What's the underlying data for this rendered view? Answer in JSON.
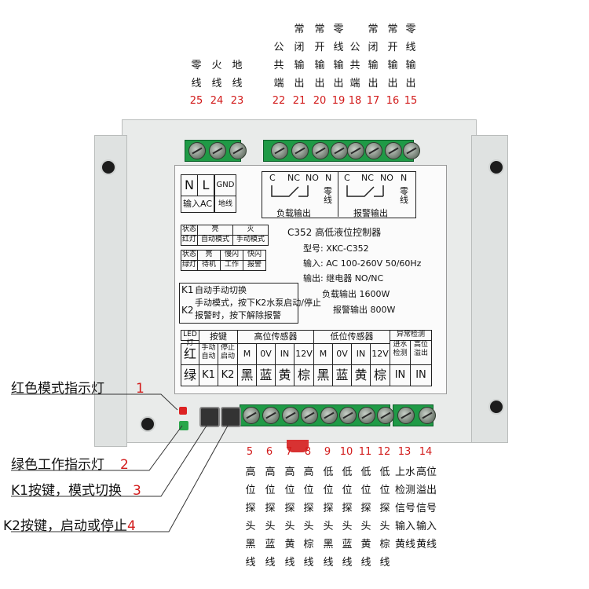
{
  "top_terminals": [
    {
      "num": "25",
      "label": "零线"
    },
    {
      "num": "24",
      "label": "火线"
    },
    {
      "num": "23",
      "label": "地线"
    },
    {
      "num": "22",
      "label": "公共端"
    },
    {
      "num": "21",
      "label": "常闭输出"
    },
    {
      "num": "20",
      "label": "常开输出"
    },
    {
      "num": "19",
      "label": "零线输出"
    },
    {
      "num": "18",
      "label": "公共端"
    },
    {
      "num": "17",
      "label": "常闭输出"
    },
    {
      "num": "16",
      "label": "常开输出"
    },
    {
      "num": "15",
      "label": "零线输出"
    }
  ],
  "bottom_terminals": [
    {
      "num": "5",
      "label": "高位探头黑线"
    },
    {
      "num": "6",
      "label": "高位探头蓝线"
    },
    {
      "num": "7",
      "label": "高位探头黄线"
    },
    {
      "num": "8",
      "label": "高位探头棕线"
    },
    {
      "num": "9",
      "label": "低位探头黑线"
    },
    {
      "num": "10",
      "label": "低位探头蓝线"
    },
    {
      "num": "11",
      "label": "低位探头黄线"
    },
    {
      "num": "12",
      "label": "低位探头棕线"
    },
    {
      "num": "13",
      "label": "上水检测信号输入黄线"
    },
    {
      "num": "14",
      "label": "高位溢出信号输入黄线"
    }
  ],
  "side_labels": [
    {
      "text": "红色模式指示灯",
      "num": "1"
    },
    {
      "text": "绿色工作指示灯",
      "num": "2"
    },
    {
      "text": "K1按键，模式切换",
      "num": "3"
    },
    {
      "text": "K2按键，启动或停止",
      "num": "4"
    }
  ],
  "panel": {
    "power": {
      "n": "N",
      "l": "L",
      "gnd": "GND",
      "input_ac": "输入AC",
      "ground": "地线"
    },
    "relay": {
      "c": "C",
      "nc": "NC",
      "no": "NO",
      "n": "N",
      "neutral": "零线",
      "load_out": "负载输出",
      "alarm_out": "报警输出"
    },
    "title": "C352 高低液位控制器",
    "model": "型号: XKC-C352",
    "input": "输入: AC 100-260V 50/60Hz",
    "output": "输出: 继电器 NO/NC",
    "load_power": "负载输出 1600W",
    "alarm_power": "报警输出 800W",
    "led_table": {
      "state": "状态",
      "on": "亮",
      "off": "灭",
      "red": "红灯",
      "auto": "自动模式",
      "manual": "手动模式",
      "state2": "状态",
      "on2": "亮",
      "slow": "慢闪",
      "fast": "快闪",
      "green": "绿灯",
      "standby": "待机",
      "working": "工作",
      "alarm": "报警"
    },
    "keys": {
      "k1": "K1",
      "k1_desc": "自动手动切换",
      "k2": "K2",
      "k2_desc1": "手动模式，按下K2水泵启动/停止",
      "k2_desc2": "报警时，按下解除报警"
    },
    "bottom_table": {
      "led": "LED灯",
      "key": "按键",
      "high": "高位传感器",
      "low": "低位传感器",
      "abnormal": "异常检测",
      "red": "红",
      "green": "绿",
      "manual_auto": "手动自动",
      "stop_start": "停止启动",
      "k1": "K1",
      "k2": "K2",
      "m": "M",
      "v0": "0V",
      "in": "IN",
      "v12": "12V",
      "black": "黑",
      "blue": "蓝",
      "yellow": "黄",
      "brown": "棕",
      "in_water": "进水检测",
      "high_overflow": "高位溢出",
      "in1": "IN",
      "in2": "IN"
    }
  }
}
